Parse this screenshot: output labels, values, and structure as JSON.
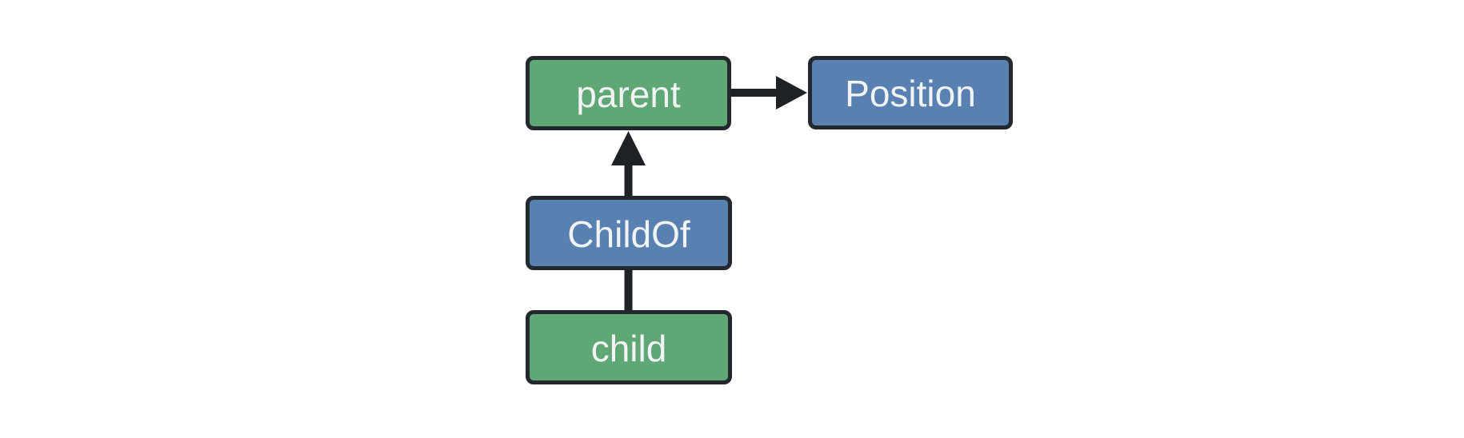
{
  "diagram": {
    "nodes": [
      {
        "id": "parent",
        "label": "parent",
        "fill": "green"
      },
      {
        "id": "Position",
        "label": "Position",
        "fill": "blue"
      },
      {
        "id": "ChildOf",
        "label": "ChildOf",
        "fill": "blue"
      },
      {
        "id": "child",
        "label": "child",
        "fill": "green"
      }
    ],
    "edges": [
      {
        "from": "parent",
        "to": "Position",
        "connector": "arrow"
      },
      {
        "from": "ChildOf",
        "to": "parent",
        "connector": "arrow"
      },
      {
        "from": "child",
        "to": "ChildOf",
        "connector": "line"
      }
    ]
  },
  "colors": {
    "node-green": "#5FA775",
    "node-blue": "#5881B1",
    "node-border": "#23272E",
    "arrow": "#1E2126",
    "label-text": "#F2F3F5",
    "canvas-bg": "#FFFFFF"
  }
}
